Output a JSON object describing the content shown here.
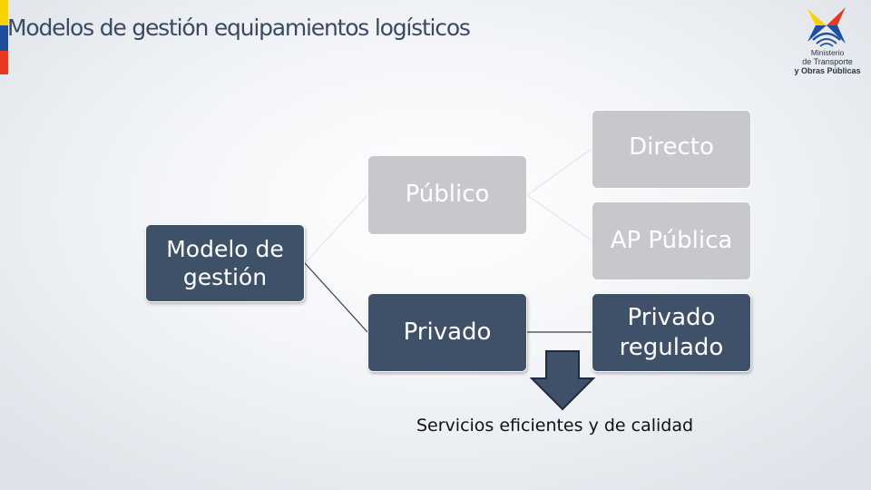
{
  "slide": {
    "title": "Modelos de gestión equipamientos logísticos"
  },
  "logo": {
    "line1": "Ministerio",
    "line2": "de Transporte",
    "line3": "y Obras Públicas",
    "icon": "ecuador-ministry-emblem-icon"
  },
  "diagram": {
    "root": {
      "line1": "Modelo de",
      "line2": "gestión"
    },
    "publico": "Público",
    "privado": "Privado",
    "directo": "Directo",
    "ap_publica": "AP Pública",
    "privado_regulado": {
      "line1": "Privado",
      "line2": "regulado"
    },
    "result_icon": "down-arrow-icon",
    "result": "Servicios eficientes y de calidad"
  },
  "colors": {
    "dark_node": "#3f5169",
    "light_node": "#c6c8cb",
    "title": "#3b4964",
    "flag_yellow": "#f5d200",
    "flag_blue": "#1f4e9c",
    "flag_red": "#e8381f"
  }
}
